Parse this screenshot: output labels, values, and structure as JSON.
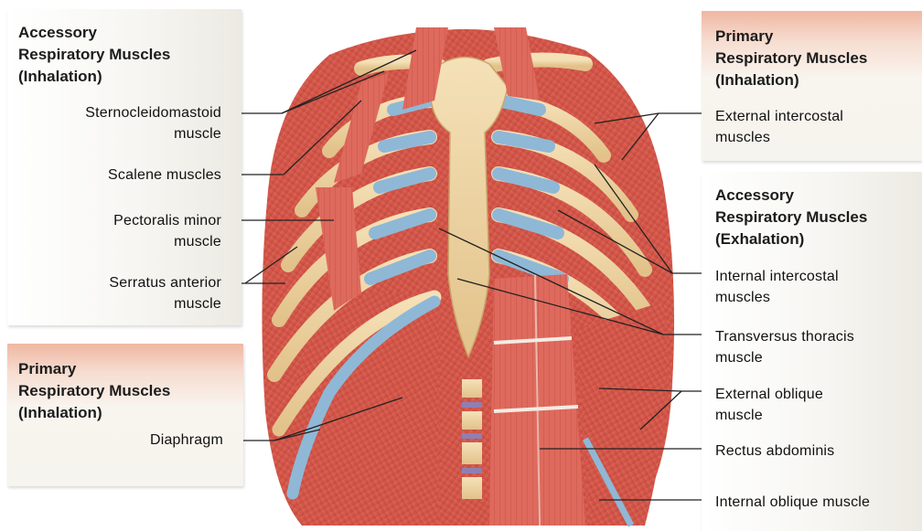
{
  "colors": {
    "muscle": "#d9574a",
    "muscle_dark": "#b63a30",
    "bone": "#eed3a0",
    "cartilage": "#8fb8d6",
    "vertebra_disc": "#8f7fb3",
    "leader": "#222222",
    "primary_box_tint": "#efb7a2"
  },
  "left_panel_top": {
    "heading": "Accessory\nRespiratory Muscles\n(Inhalation)",
    "labels": [
      {
        "text": "Sternocleidomastoid\nmuscle"
      },
      {
        "text": "Scalene muscles"
      },
      {
        "text": "Pectoralis minor\nmuscle"
      },
      {
        "text": "Serratus anterior\nmuscle"
      }
    ]
  },
  "left_panel_bottom": {
    "heading": "Primary\nRespiratory Muscles\n(Inhalation)",
    "labels": [
      {
        "text": "Diaphragm"
      }
    ]
  },
  "right_panel_top": {
    "heading": "Primary\nRespiratory Muscles\n(Inhalation)",
    "labels": [
      {
        "text": "External intercostal\nmuscles"
      }
    ]
  },
  "right_panel_bottom": {
    "heading": "Accessory\nRespiratory Muscles\n(Exhalation)",
    "labels": [
      {
        "text": "Internal intercostal\nmuscles"
      },
      {
        "text": "Transversus thoracis\nmuscle"
      },
      {
        "text": "External oblique\nmuscle"
      },
      {
        "text": "Rectus abdominis"
      },
      {
        "text": "Internal oblique muscle"
      }
    ]
  }
}
